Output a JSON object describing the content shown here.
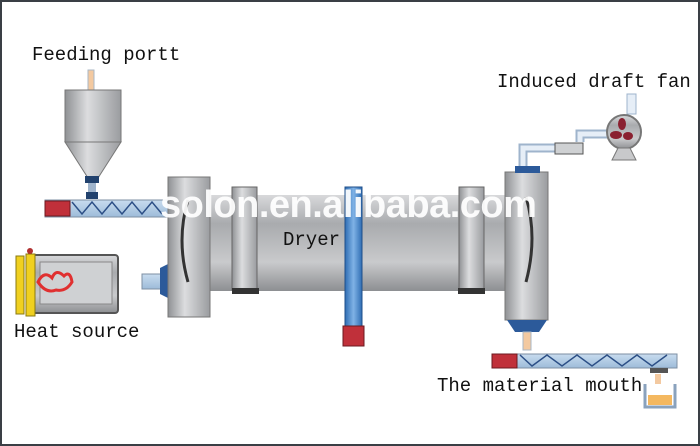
{
  "labels": {
    "feeding_port": "Feeding portt",
    "heat_source": "Heat source",
    "dryer": "Dryer",
    "induced_draft_fan": "Induced draft fan",
    "material_mouth": "The material mouth"
  },
  "watermark": "solon.en.alibaba.com",
  "colors": {
    "steel": "#b8babd",
    "pipe_blue": "#4a86c8",
    "motor_red": "#c0303a",
    "flame": "#e03030",
    "frame_yellow": "#f0d020"
  }
}
